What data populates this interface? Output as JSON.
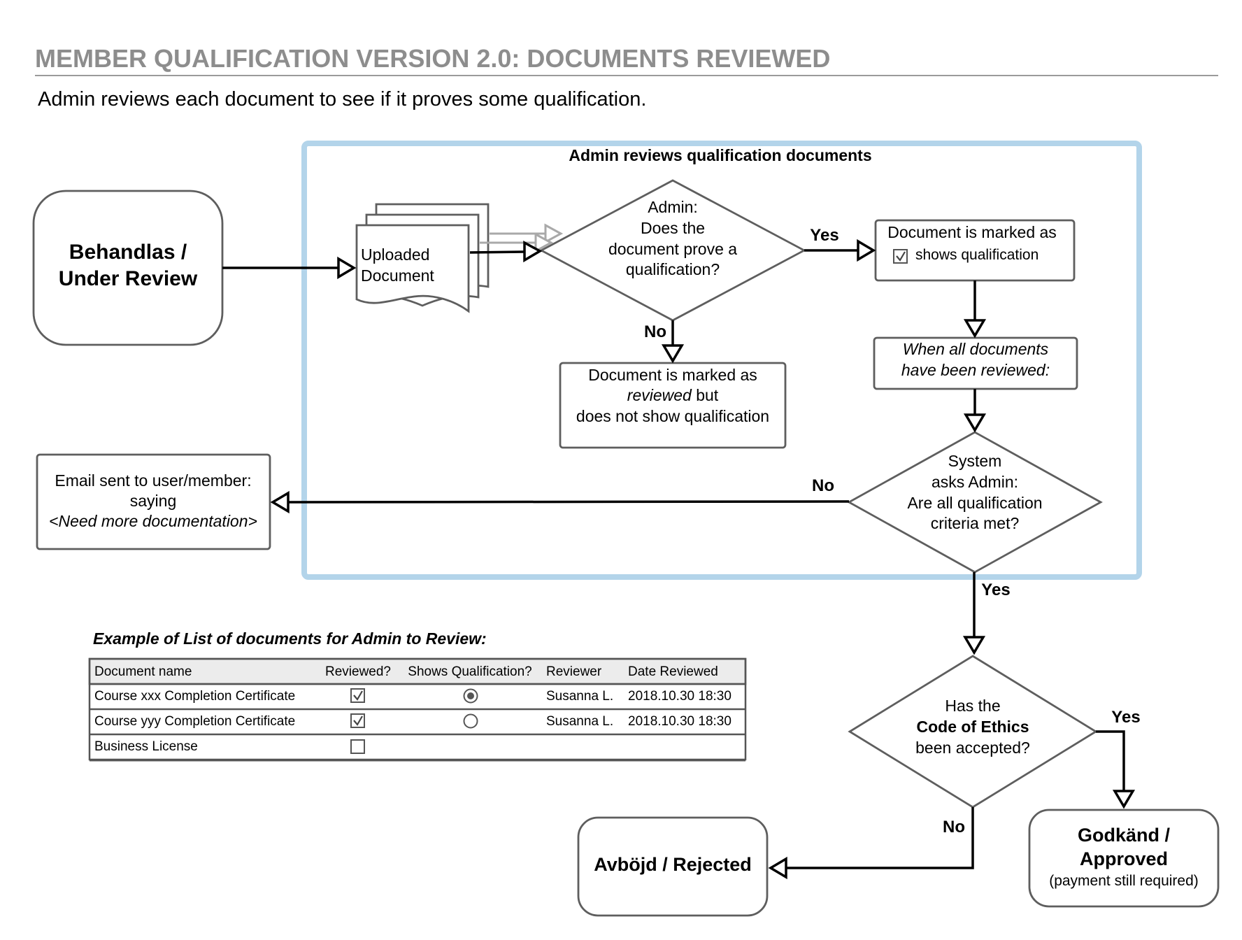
{
  "header": {
    "title": "MEMBER QUALIFICATION VERSION 2.0: DOCUMENTS REVIEWED",
    "subtitle": "Admin reviews each document to see if it proves some qualification."
  },
  "review_box": {
    "title": "Admin reviews qualification documents",
    "color": "#b3d4ea"
  },
  "nodes": {
    "under_review": {
      "line1": "Behandlas /",
      "line2": "Under Review"
    },
    "uploaded_doc": {
      "line1": "Uploaded",
      "line2": "Document"
    },
    "decision_proof": {
      "line1": "Admin:",
      "line2": "Does the",
      "line3": "document prove a",
      "line4": "qualification?"
    },
    "marked_shows": {
      "line1": "Document is marked as",
      "line2": "shows qualification"
    },
    "marked_reviewed": {
      "line1": "Document is marked as",
      "line2a": "reviewed",
      "line2b": " but",
      "line3": "does not show qualification"
    },
    "all_reviewed": {
      "line1": "When all documents",
      "line2": "have been reviewed:"
    },
    "decision_criteria": {
      "line1": "System",
      "line2": "asks Admin:",
      "line3": "Are all qualification",
      "line4": "criteria met?"
    },
    "email_sent": {
      "line1": "Email sent to user/member:",
      "line2": "saying",
      "line3": "<Need more documentation>"
    },
    "decision_ethics": {
      "line1": "Has the",
      "line2": "Code of Ethics",
      "line3": "been accepted?"
    },
    "rejected": {
      "label": "Avböjd / Rejected"
    },
    "approved": {
      "line1": "Godkänd /",
      "line2": "Approved",
      "line3": "(payment still required)"
    }
  },
  "edge_labels": {
    "proof_yes": "Yes",
    "proof_no": "No",
    "criteria_no": "No",
    "criteria_yes": "Yes",
    "ethics_yes": "Yes",
    "ethics_no": "No"
  },
  "table": {
    "caption": "Example of List of documents for Admin to Review:",
    "headers": [
      "Document name",
      "Reviewed?",
      "Shows Qualification?",
      "Reviewer",
      "Date Reviewed"
    ],
    "rows": [
      {
        "name": "Course xxx Completion Certificate",
        "reviewed": true,
        "shows": true,
        "reviewer": "Susanna L.",
        "date": "2018.10.30 18:30"
      },
      {
        "name": "Course yyy Completion Certificate",
        "reviewed": true,
        "shows": false,
        "reviewer": "Susanna L.",
        "date": "2018.10.30 18:30"
      },
      {
        "name": "Business License",
        "reviewed": false,
        "shows": null,
        "reviewer": "",
        "date": ""
      }
    ]
  }
}
